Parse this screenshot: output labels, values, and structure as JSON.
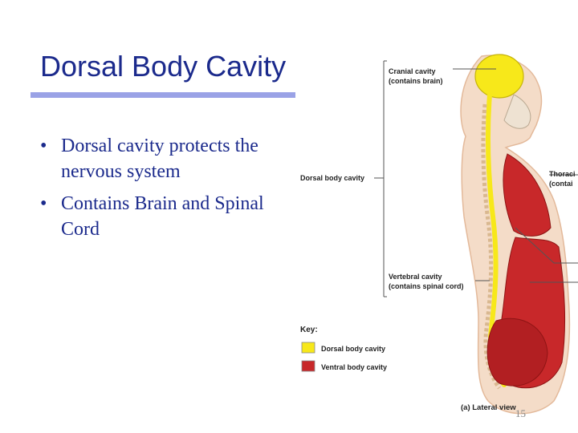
{
  "slide": {
    "title": "Dorsal Body Cavity",
    "bullets": [
      "Dorsal cavity protects the nervous system",
      "Contains Brain and Spinal Cord"
    ],
    "page_number": "15"
  },
  "figure": {
    "labels": {
      "cranial_1": "Cranial cavity",
      "cranial_2": "(contains brain)",
      "dorsal": "Dorsal body cavity",
      "vertebral_1": "Vertebral cavity",
      "vertebral_2": "(contains spinal cord)",
      "thoracic_1": "Thoraci",
      "thoracic_2": "(contai",
      "caption": "(a) Lateral view"
    },
    "key": {
      "title": "Key:",
      "items": [
        {
          "label": "Dorsal body cavity",
          "color": "#f7e81a"
        },
        {
          "label": "Ventral body cavity",
          "color": "#c8282a"
        }
      ]
    },
    "colors": {
      "skin": "#f4dcc8",
      "dorsal": "#f7e81a",
      "ventral": "#c8282a",
      "title": "#1b2a8c",
      "rule": "#9aa2e6"
    }
  }
}
